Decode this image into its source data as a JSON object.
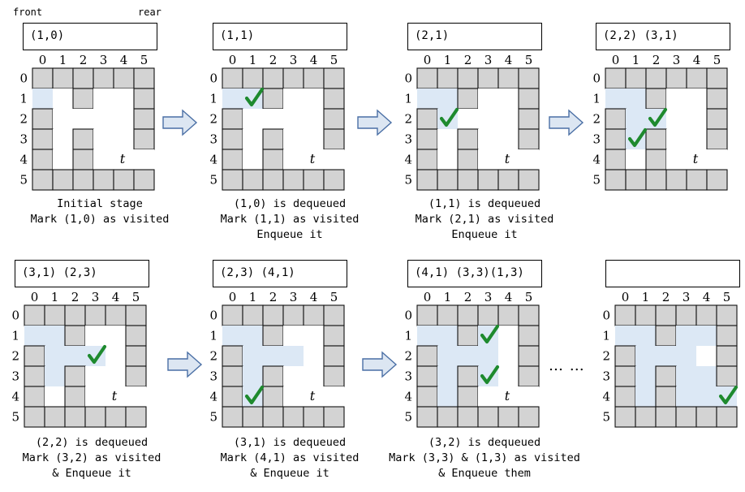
{
  "header": {
    "front_label": "front",
    "rear_label": "rear"
  },
  "col_labels": [
    "0",
    "1",
    "2",
    "3",
    "4",
    "5"
  ],
  "row_labels": [
    "0",
    "1",
    "2",
    "3",
    "4",
    "5"
  ],
  "target_label": "t",
  "ellipsis": "… …",
  "colors": {
    "wall": "#d3d3d3",
    "visited": "#dce8f5",
    "open": "#ffffff",
    "check": "#1e8a2e",
    "arrow_fill": "#dce6f2",
    "arrow_stroke": "#4a6fa5"
  },
  "wall_map": [
    "######",
    "..#..#",
    "#....#",
    "#.#..#",
    "#.#...",
    "######"
  ],
  "panels": [
    {
      "queue": "(1,0)",
      "caption": [
        "Initial stage",
        "Mark (1,0) as visited"
      ],
      "visited": [
        [
          1,
          0
        ]
      ],
      "checks": [],
      "show_target": true
    },
    {
      "queue": "(1,1)",
      "caption": [
        "(1,0) is dequeued",
        "Mark (1,1) as visited",
        "Enqueue it"
      ],
      "visited": [
        [
          1,
          0
        ],
        [
          1,
          1
        ]
      ],
      "checks": [
        [
          1,
          1
        ]
      ],
      "show_target": true
    },
    {
      "queue": "(2,1)",
      "caption": [
        "(1,1) is dequeued",
        "Mark (2,1) as visited",
        "Enqueue it"
      ],
      "visited": [
        [
          1,
          0
        ],
        [
          1,
          1
        ],
        [
          2,
          1
        ]
      ],
      "checks": [
        [
          2,
          1
        ]
      ],
      "show_target": true
    },
    {
      "queue": "(2,2) (3,1)",
      "caption": [],
      "visited": [
        [
          1,
          0
        ],
        [
          1,
          1
        ],
        [
          2,
          1
        ],
        [
          2,
          2
        ],
        [
          3,
          1
        ]
      ],
      "checks": [
        [
          2,
          2
        ],
        [
          3,
          1
        ]
      ],
      "show_target": true
    },
    {
      "queue": "(3,1) (2,3)",
      "caption": [
        "(2,2) is dequeued",
        "Mark (3,2) as visited",
        "& Enqueue it"
      ],
      "visited": [
        [
          1,
          0
        ],
        [
          1,
          1
        ],
        [
          2,
          1
        ],
        [
          2,
          2
        ],
        [
          3,
          1
        ],
        [
          2,
          3
        ]
      ],
      "checks": [
        [
          2,
          3
        ]
      ],
      "show_target": true
    },
    {
      "queue": "(2,3) (4,1)",
      "caption": [
        "(3,1) is dequeued",
        "Mark (4,1) as visited",
        "& Enqueue it"
      ],
      "visited": [
        [
          1,
          0
        ],
        [
          1,
          1
        ],
        [
          2,
          1
        ],
        [
          2,
          2
        ],
        [
          3,
          1
        ],
        [
          2,
          3
        ],
        [
          4,
          1
        ]
      ],
      "checks": [
        [
          4,
          1
        ]
      ],
      "show_target": true
    },
    {
      "queue": "(4,1) (3,3)(1,3)",
      "caption": [
        "(3,2) is dequeued",
        "Mark (3,3) & (1,3) as visited",
        "& Enqueue them"
      ],
      "visited": [
        [
          1,
          0
        ],
        [
          1,
          1
        ],
        [
          2,
          1
        ],
        [
          2,
          2
        ],
        [
          3,
          1
        ],
        [
          2,
          3
        ],
        [
          4,
          1
        ],
        [
          3,
          3
        ],
        [
          1,
          3
        ]
      ],
      "checks": [
        [
          1,
          3
        ],
        [
          3,
          3
        ]
      ],
      "show_target": true
    },
    {
      "queue": "",
      "caption": [],
      "visited": [
        [
          1,
          0
        ],
        [
          1,
          1
        ],
        [
          2,
          1
        ],
        [
          2,
          2
        ],
        [
          3,
          1
        ],
        [
          2,
          3
        ],
        [
          4,
          1
        ],
        [
          3,
          3
        ],
        [
          1,
          3
        ],
        [
          1,
          4
        ],
        [
          3,
          4
        ],
        [
          4,
          3
        ],
        [
          4,
          4
        ],
        [
          4,
          5
        ]
      ],
      "checks": [
        [
          4,
          5
        ]
      ],
      "show_target": false
    }
  ]
}
